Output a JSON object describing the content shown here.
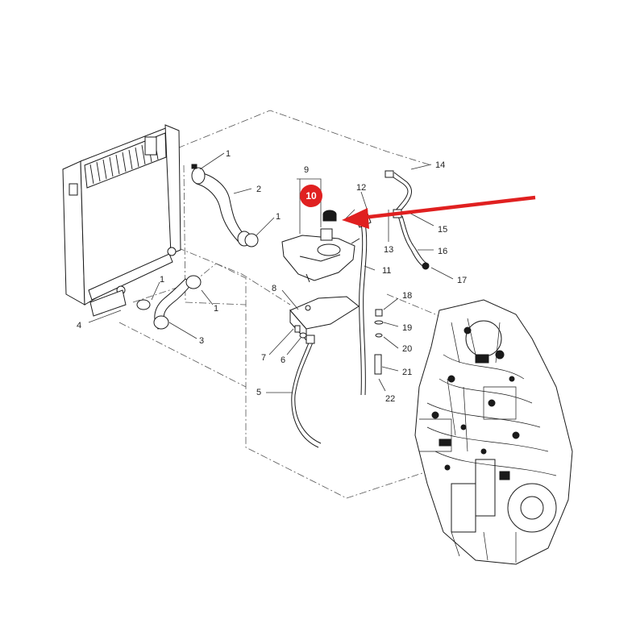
{
  "diagram": {
    "callouts": [
      {
        "id": "c1a",
        "label": "1"
      },
      {
        "id": "c2",
        "label": "2"
      },
      {
        "id": "c1b",
        "label": "1"
      },
      {
        "id": "c1c",
        "label": "1"
      },
      {
        "id": "c1d",
        "label": "1"
      },
      {
        "id": "c3",
        "label": "3"
      },
      {
        "id": "c4",
        "label": "4"
      },
      {
        "id": "c5",
        "label": "5"
      },
      {
        "id": "c6",
        "label": "6"
      },
      {
        "id": "c7",
        "label": "7"
      },
      {
        "id": "c8",
        "label": "8"
      },
      {
        "id": "c9",
        "label": "9"
      },
      {
        "id": "c10",
        "label": "10"
      },
      {
        "id": "c11",
        "label": "11"
      },
      {
        "id": "c12",
        "label": "12"
      },
      {
        "id": "c13",
        "label": "13"
      },
      {
        "id": "c14",
        "label": "14"
      },
      {
        "id": "c15",
        "label": "15"
      },
      {
        "id": "c16",
        "label": "16"
      },
      {
        "id": "c17",
        "label": "17"
      },
      {
        "id": "c18",
        "label": "18"
      },
      {
        "id": "c19",
        "label": "19"
      },
      {
        "id": "c20",
        "label": "20"
      },
      {
        "id": "c21",
        "label": "21"
      },
      {
        "id": "c22",
        "label": "22"
      }
    ],
    "highlight": {
      "label": "10",
      "color": "#e02020"
    },
    "arrow_color": "#e02020"
  }
}
